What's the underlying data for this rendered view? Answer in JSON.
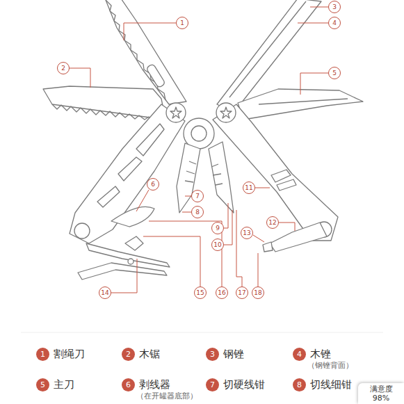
{
  "diagram": {
    "nodes": [
      {
        "text": [
          "1"
        ]
      },
      {
        "text": [
          "2"
        ]
      },
      {
        "text": [
          "3"
        ]
      },
      {
        "text": [
          "4"
        ]
      },
      {
        "text": [
          "5"
        ]
      },
      {
        "text": [
          "6"
        ]
      },
      {
        "text": [
          "7"
        ]
      },
      {
        "text": [
          "8"
        ]
      },
      {
        "text": [
          "9"
        ]
      },
      {
        "text": [
          "10"
        ]
      },
      {
        "text": [
          "11"
        ]
      },
      {
        "text": [
          "12"
        ]
      },
      {
        "text": [
          "13"
        ]
      },
      {
        "text": [
          "14"
        ]
      },
      {
        "text": [
          "15"
        ]
      },
      {
        "text": [
          "16"
        ]
      },
      {
        "text": [
          "17"
        ]
      },
      {
        "text": [
          "18"
        ]
      },
      {
        "text": [
          "1",
          "割绳刀"
        ]
      },
      {
        "text": [
          "2",
          "木锯"
        ]
      },
      {
        "text": [
          "3",
          "钢锉"
        ]
      },
      {
        "text": [
          "4",
          "木锉",
          "（钢锉背面）"
        ]
      },
      {
        "text": [
          "5",
          "主刀"
        ]
      },
      {
        "text": [
          "6",
          "剥线器",
          "（在开罐器底部）"
        ]
      },
      {
        "text": [
          "7",
          "切硬线钳"
        ]
      },
      {
        "text": [
          "8",
          "切线细钳"
        ]
      },
      {
        "text": [
          "满意度",
          "98%"
        ]
      }
    ]
  }
}
